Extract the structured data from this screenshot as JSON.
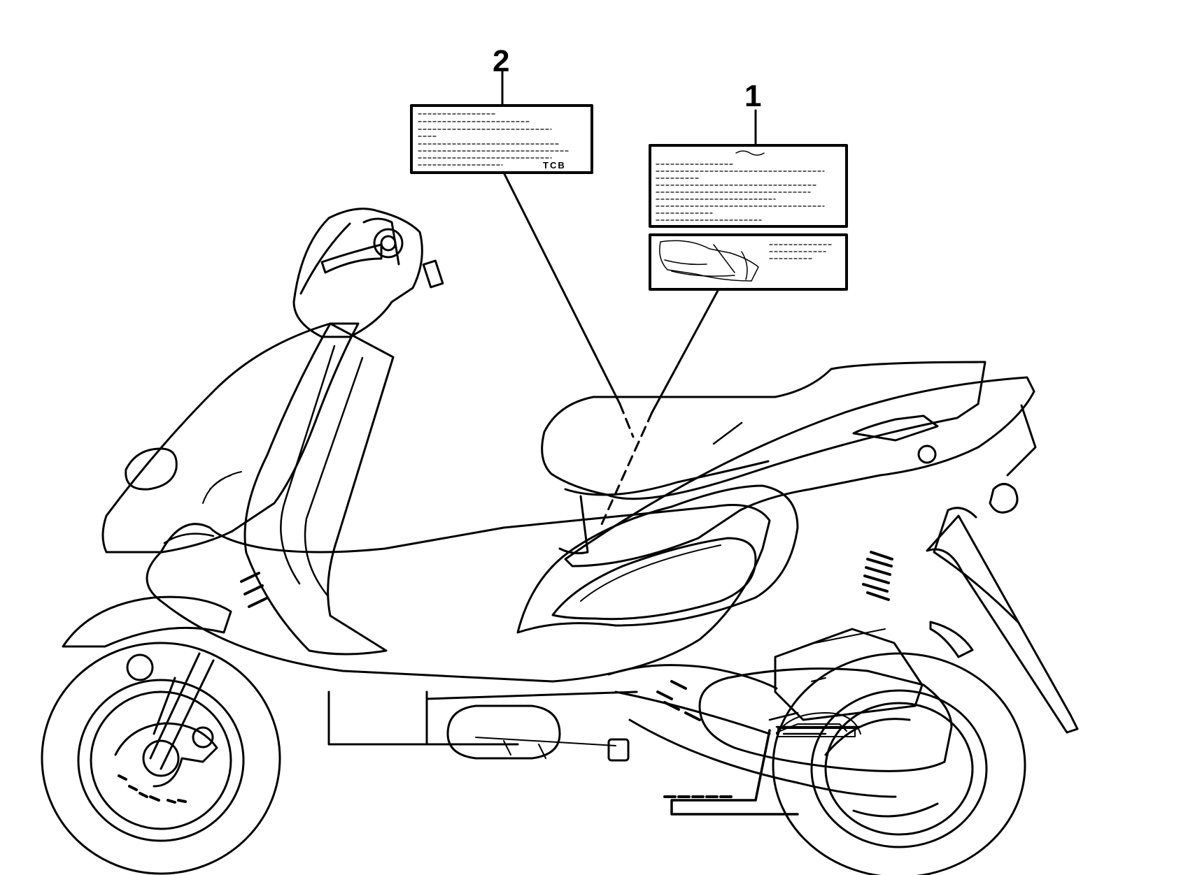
{
  "callouts": [
    {
      "id": "1",
      "label": "1"
    },
    {
      "id": "2",
      "label": "2"
    }
  ],
  "label_2": {
    "code": "TCB"
  },
  "colors": {
    "line": "#000000",
    "background": "#ffffff"
  }
}
